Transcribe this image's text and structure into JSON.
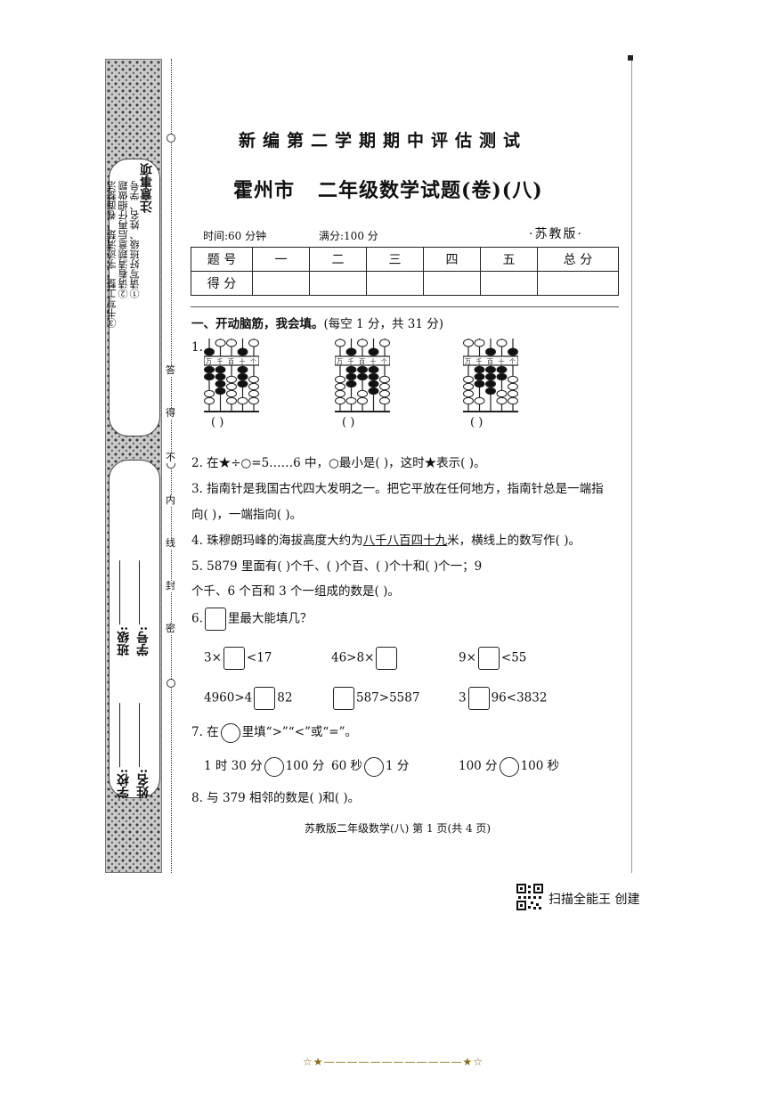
{
  "notice": {
    "label": "注意事项",
    "items": [
      "①请写好班级、姓名、学号",
      "②请看清题意后再仔细做题",
      "③书写工整，字迹清楚，卷面整洁"
    ]
  },
  "info_fields": {
    "class": "班级:",
    "number": "学号:",
    "school": "学校:",
    "name": "姓名:"
  },
  "cutline_words": [
    "答",
    "得",
    "不",
    "内",
    "线",
    "封",
    "密"
  ],
  "header": {
    "title1": "新编第二学期期中评估测试",
    "title2": "霍州市   二年级数学试题(卷)(八)",
    "time": "时间:60 分钟",
    "score": "满分:100 分",
    "edition": "·苏教版·"
  },
  "score_table": {
    "row1": [
      "题  号",
      "一",
      "二",
      "三",
      "四",
      "五",
      "总  分"
    ],
    "row2_label": "得  分"
  },
  "section1": {
    "title": "一、开动脑筋，我会填。",
    "note": "(每空 1 分，共 31 分)"
  },
  "abacus_place_labels": [
    "万",
    "千",
    "百",
    "十",
    "个"
  ],
  "questions": {
    "q1_num": "1.",
    "q1_blank": "(        )",
    "q2": "2. 在★÷○=5……6 中，○最小是(        )，这时★表示(          )。",
    "q3a": "3. 指南针是我国古代四大发明之一。把它平放在任何地方，指南针总是一端指",
    "q3b": "向(          )，一端指向(          )。",
    "q4_pre": "4. 珠穆朗玛峰的海拔高度大约为",
    "q4_underlined": "八千八百四十九",
    "q4_post": "米，横线上的数写作(                    )。",
    "q5a": "5. 5879 里面有(          )个千、(          )个百、(          )个十和(          )个一；9",
    "q5b": "个千、6 个百和 3 个一组成的数是(          )。",
    "q6_num": "6.",
    "q6_text": "里最大能填几？",
    "q6_r1": [
      [
        "3×",
        "<17"
      ],
      [
        "46>8×",
        ""
      ],
      [
        "9×",
        "<55"
      ]
    ],
    "q6_r2": [
      [
        "4960>4",
        "82"
      ],
      [
        "",
        "587>5587"
      ],
      [
        "3",
        "96<3832"
      ]
    ],
    "q7_num": "7. 在",
    "q7_text": "里填“>”“<”或“=”。",
    "q7_items": [
      [
        "1 时 30 分",
        "100 分"
      ],
      [
        "60 秒",
        "1 分"
      ],
      [
        "100 分",
        "100 秒"
      ]
    ],
    "q8": "8. 与 379 相邻的数是(          )和(          )。"
  },
  "footer": "苏教版二年级数学(八)    第 1 页(共 4 页)",
  "scan_mark": "扫描全能王 创建",
  "bottom_deco": "☆★————————————★☆"
}
